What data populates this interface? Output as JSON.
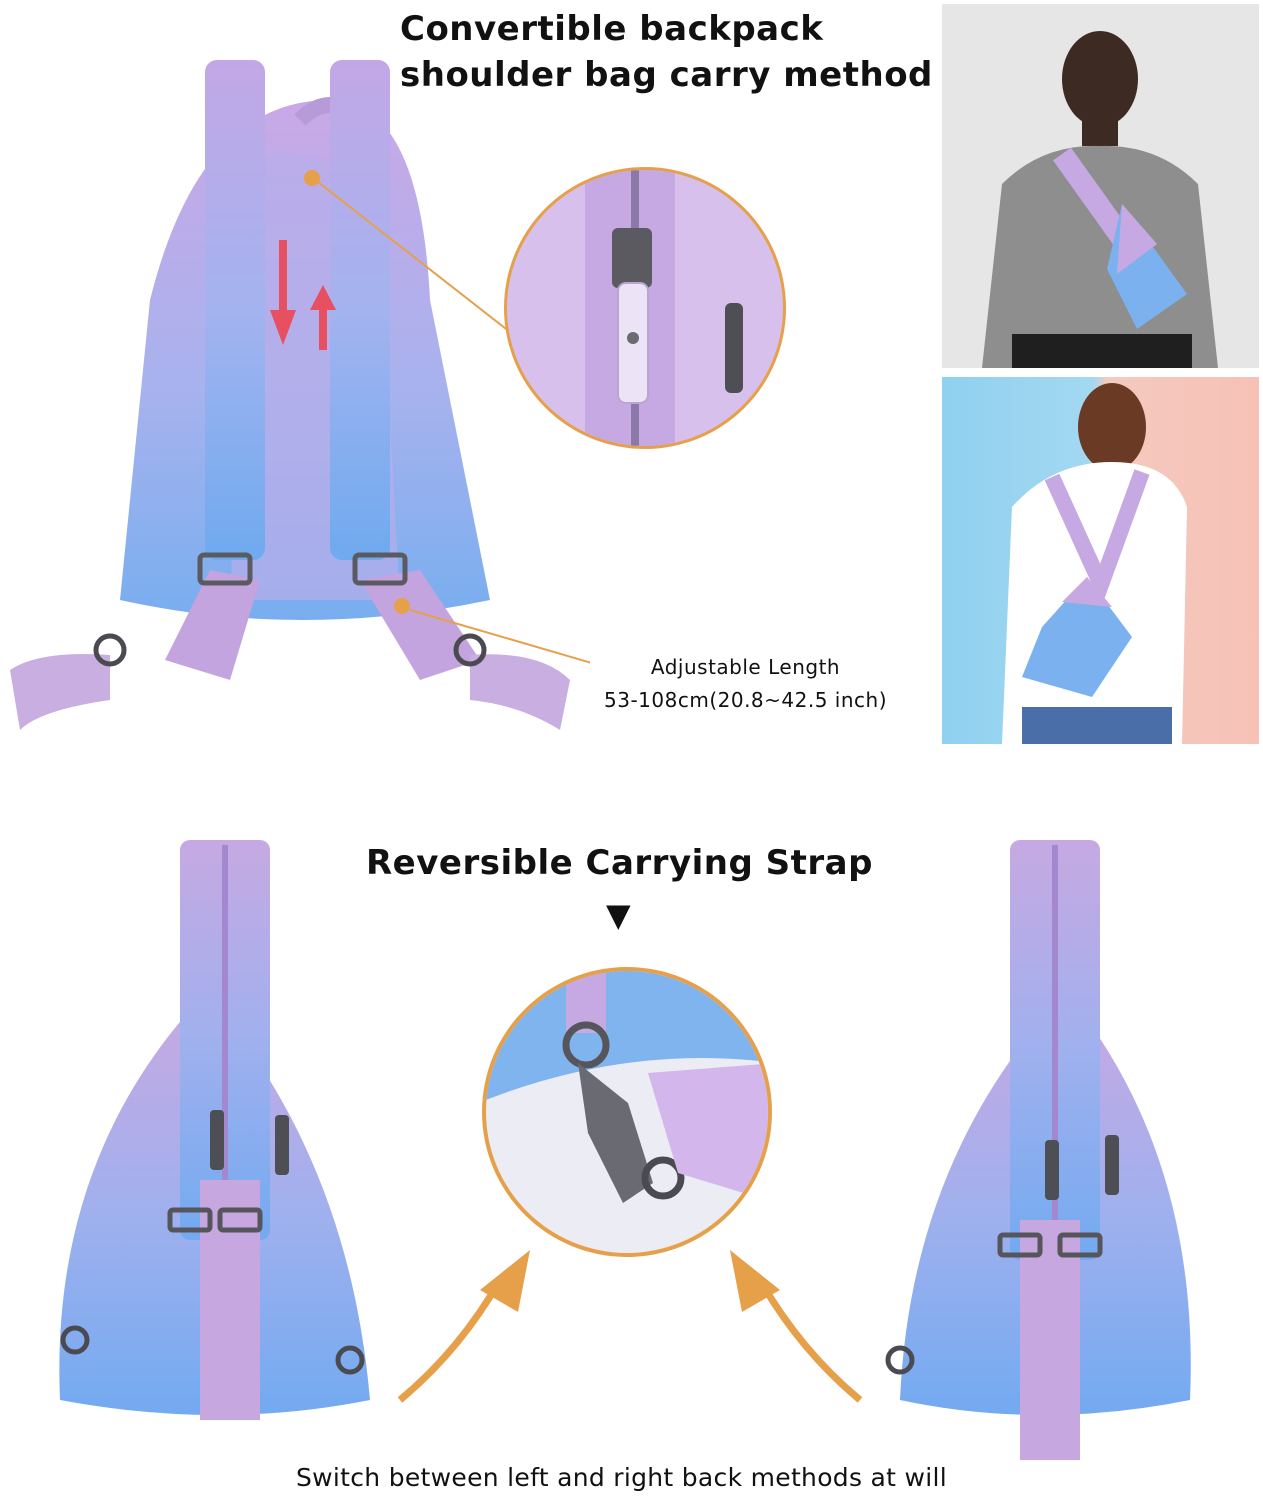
{
  "headline_top": {
    "line1": "Convertible backpack",
    "line2": "shoulder bag carry method"
  },
  "adjustable": {
    "line1": "Adjustable Length",
    "line2": "53-108cm(20.8~42.5 inch)"
  },
  "headline_mid": "Reversible Carrying Strap",
  "pointer_glyph": "▼",
  "caption_bottom": "Switch between left and right back methods at will",
  "colors": {
    "lavender": "#c6a9e2",
    "sky_blue": "#79b0ee",
    "strap_purple": "#b89ad8",
    "accent_orange": "#e6a04a",
    "metal": "#5a5a60"
  }
}
